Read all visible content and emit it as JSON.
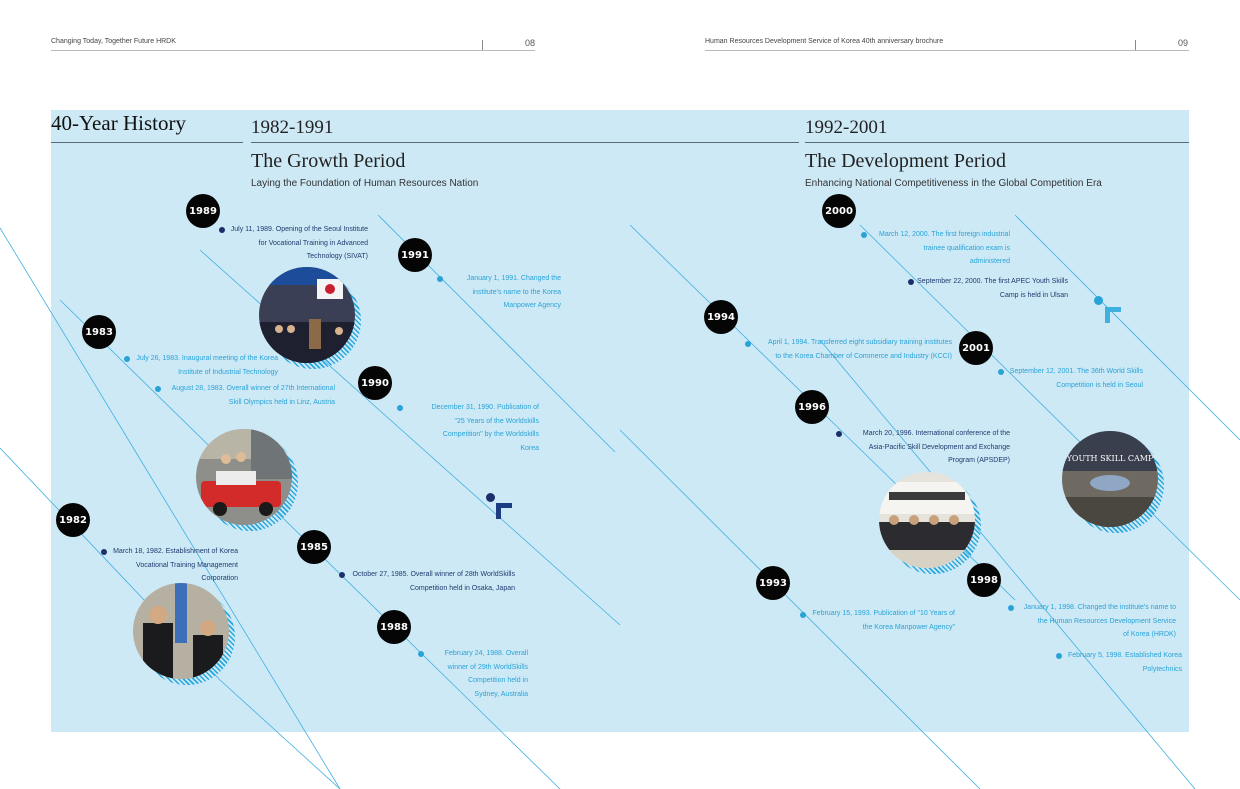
{
  "header_left": {
    "title": "Changing Today, Together Future HRDK",
    "page": "08"
  },
  "header_right": {
    "title": "Human Resources Development Service of Korea 40th anniversary brochure",
    "page": "09"
  },
  "main_title": "40-Year History",
  "period1": {
    "years": "1982-1991",
    "name": "The Growth Period",
    "subtitle": "Laying the Foundation of Human Resources Nation"
  },
  "period2": {
    "years": "1992-2001",
    "name": "The Development Period",
    "subtitle": "Enhancing National Competitiveness in the Global Competition Era"
  },
  "badges": {
    "y1982": "1982",
    "y1983": "1983",
    "y1985": "1985",
    "y1988": "1988",
    "y1989": "1989",
    "y1990": "1990",
    "y1991": "1991",
    "y1993": "1993",
    "y1994": "1994",
    "y1996": "1996",
    "y1998": "1998",
    "y2000": "2000",
    "y2001": "2001"
  },
  "events": {
    "e1989": [
      "July 11, 1989. Opening of the Seoul Institute",
      "for Vocational Training in Advanced",
      "Technology (SIVAT)"
    ],
    "e1991": [
      "January 1, 1991. Changed the",
      "institute's name to the Korea",
      "Manpower Agency"
    ],
    "e1983a": [
      "July 26, 1983. Inaugural meeting of the Korea",
      "Institute of Industrial Technology"
    ],
    "e1983b": [
      "August 28, 1983. Overall winner of 27th International",
      "Skill Olympics held in Linz, Austria"
    ],
    "e1990": [
      "December 31, 1990. Publication of",
      "\"25 Years of the Worldskills",
      "Competition\" by the Worldskills",
      "Korea"
    ],
    "e1982": [
      "March 18, 1982. Establishment of Korea",
      "Vocational Training Management",
      "Corporation"
    ],
    "e1985": [
      "October 27, 1985. Overall winner of 28th WorldSkills",
      "Competition held in Osaka, Japan"
    ],
    "e1988": [
      "February 24, 1988. Overall",
      "winner of 29th WorldSkills",
      "Competition held in",
      "Sydney, Australia"
    ],
    "e2000a": [
      "March 12, 2000. The first foreign industrial",
      "trainee qualification exam is",
      "administered"
    ],
    "e2000b": [
      "September 22, 2000. The first APEC Youth Skills",
      "Camp is held in Ulsan"
    ],
    "e1994": [
      "April 1, 1994. Transferred eight subsidiary training institutes",
      "to the Korea Chamber of Commerce and Industry (KCCI)"
    ],
    "e2001": [
      "September 12, 2001. The 36th World Skills",
      "Competition is held in Seoul"
    ],
    "e1996": [
      "March 20, 1996. International conference of the",
      "Asia-Pacific Skill Development and Exchange",
      "Program (APSDEP)"
    ],
    "e1993": [
      "February 15, 1993. Publication of \"10 Years of",
      "the Korea Manpower Agency\""
    ],
    "e1998a": [
      "January 1, 1998. Changed the institute's name to",
      "the Human Resources Development Service",
      "of Korea (HRDK)"
    ],
    "e1998b": [
      "February 5, 1998. Established Korea",
      "Polytechnics"
    ]
  },
  "colors": {
    "panel": "#cde9f6",
    "accent": "#29a3d6",
    "navy": "#1c2f6b"
  }
}
